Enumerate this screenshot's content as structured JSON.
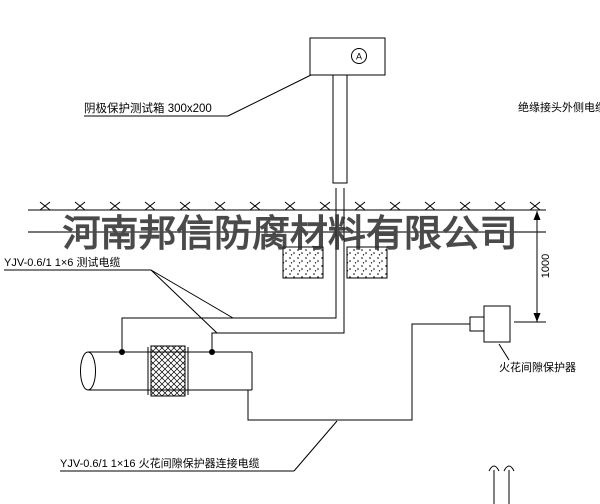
{
  "watermark": {
    "text": "河南邦信防腐材料有限公司"
  },
  "labels": {
    "test_box": "阴极保护测试箱 300x200",
    "outer_cable": "绝缘接头外侧电缆",
    "test_cable": "YJV-0.6/1  1×6  测试电缆",
    "dimension": "1000",
    "spark_gap": "火花间隙保护器",
    "connection_cable": "YJV-0.6/1  1×16  火花间隙保护器连接电缆",
    "meter": "A"
  }
}
